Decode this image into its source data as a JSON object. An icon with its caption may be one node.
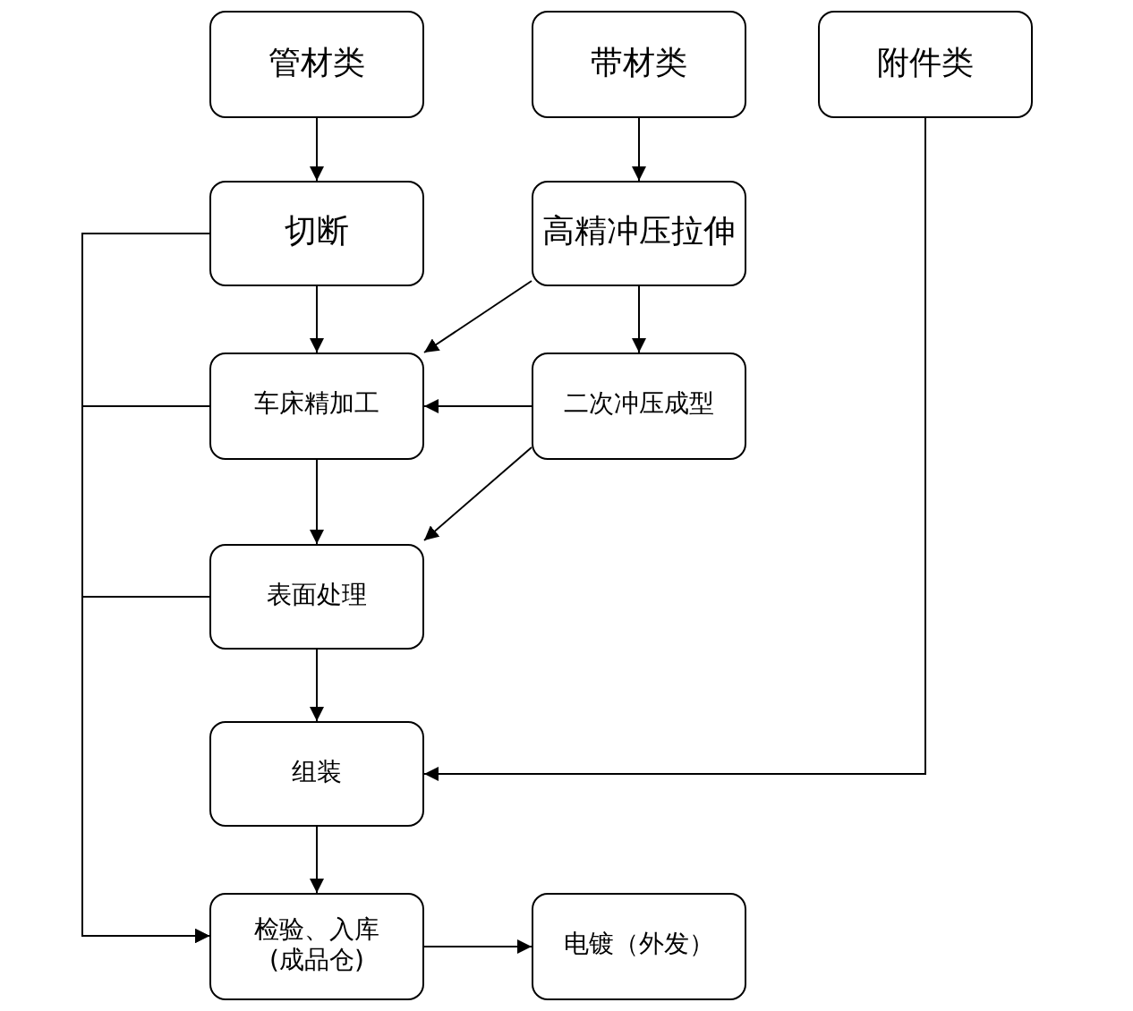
{
  "diagram": {
    "nodes": [
      {
        "text": [
          "管材类"
        ]
      },
      {
        "text": [
          "带材类"
        ]
      },
      {
        "text": [
          "附件类"
        ]
      },
      {
        "text": [
          "切断"
        ]
      },
      {
        "text": [
          "高精冲压拉伸"
        ]
      },
      {
        "text": [
          "车床精加工"
        ]
      },
      {
        "text": [
          "二次冲压成型"
        ]
      },
      {
        "text": [
          "表面处理"
        ]
      },
      {
        "text": [
          "组装"
        ]
      },
      {
        "text": [
          "检验、入库 (成品仓)"
        ]
      },
      {
        "text": [
          "电镀（外发）"
        ]
      }
    ],
    "edges": [
      {
        "from": 0,
        "to": 3,
        "arrow": "to"
      },
      {
        "from": 1,
        "to": 4,
        "arrow": "to"
      },
      {
        "from": 4,
        "to": 5,
        "arrow": "to"
      },
      {
        "from": 4,
        "to": 6,
        "arrow": "to"
      },
      {
        "from": 3,
        "to": 5,
        "arrow": "to"
      },
      {
        "from": 6,
        "to": 5,
        "arrow": "to"
      },
      {
        "from": 6,
        "to": 7,
        "arrow": "to"
      },
      {
        "from": 5,
        "to": 7,
        "arrow": "to"
      },
      {
        "from": 7,
        "to": 8,
        "arrow": "to"
      },
      {
        "from": 2,
        "to": 8,
        "arrow": "to"
      },
      {
        "from": 8,
        "to": 9,
        "arrow": "to"
      },
      {
        "from": 3,
        "to": 9,
        "arrow": "to"
      },
      {
        "from": 5,
        "to": 9,
        "arrow": "to"
      },
      {
        "from": 7,
        "to": 9,
        "arrow": "to"
      },
      {
        "from": 9,
        "to": 10,
        "arrow": "to"
      }
    ]
  }
}
